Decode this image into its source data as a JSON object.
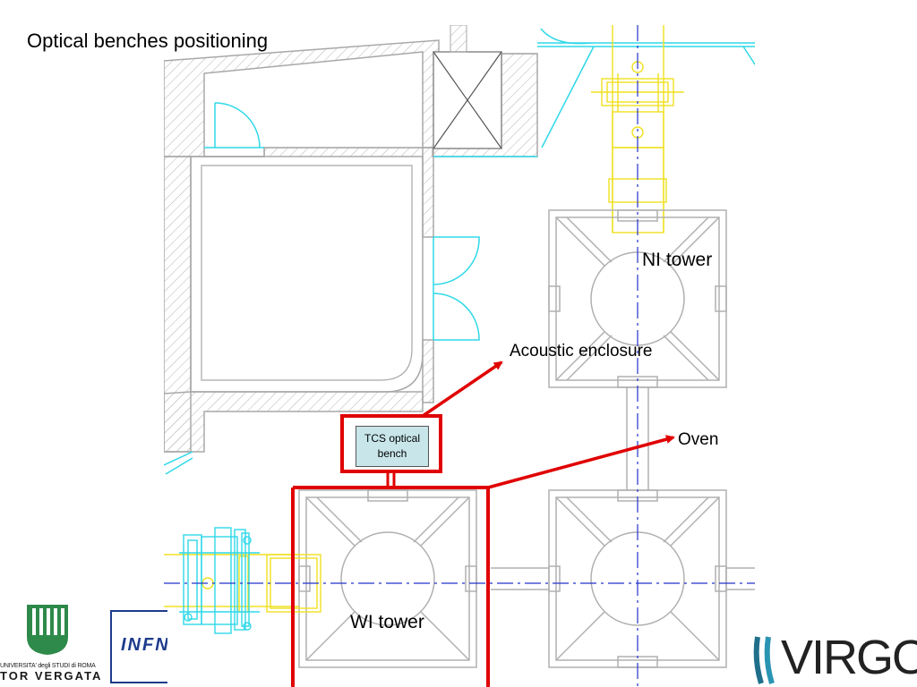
{
  "slide": {
    "title": "Optical benches positioning"
  },
  "labels": {
    "ni_tower": "NI tower",
    "wi_tower": "WI tower",
    "acoustic_enclosure": "Acoustic enclosure",
    "oven": "Oven",
    "tcs_bench": "TCS optical bench"
  },
  "logos": {
    "tor_vergata_line1": "UNIVERSITA' degli STUDI di ROMA",
    "tor_vergata_line2": "TOR VERGATA",
    "infn": "INFN",
    "virgo": "VIRGO"
  },
  "colors": {
    "drawing_gray": "#a8a8a8",
    "wall_hatch": "#b4b4b4",
    "cyan": "#2fd8e8",
    "yellow": "#f0e020",
    "beam_blue": "#2233cc",
    "highlight_red": "#e00000",
    "tcs_fill": "#c8e6ea",
    "tor_vergata_green": "#2e8a4a",
    "infn_blue": "#1e3c8c"
  },
  "icons": [
    "tor-vergata-logo",
    "infn-logo",
    "virgo-logo",
    "arrow-icon"
  ]
}
